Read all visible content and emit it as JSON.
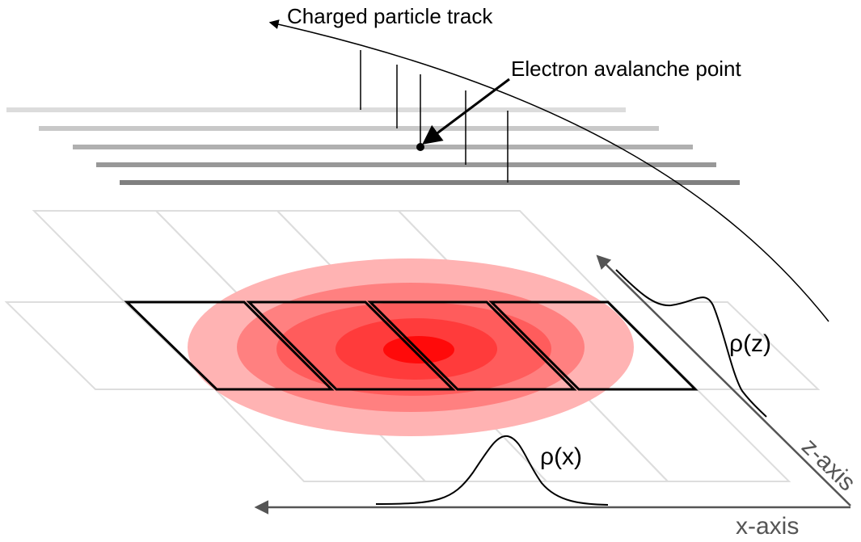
{
  "labels": {
    "track": "Charged particle track",
    "avalanche": "Electron avalanche point",
    "rho_z": "ρ(z)",
    "rho_x": "ρ(x)",
    "z_axis": "z-axis",
    "x_axis": "x-axis"
  },
  "colors": {
    "ink": "#000000",
    "axis": "#555555",
    "grid": "#dddddd",
    "cloud_outer": "#ffb3b3",
    "cloud_2": "#ff8080",
    "cloud_3": "#ff5c5c",
    "cloud_4": "#ff3b3b",
    "cloud_core": "#ff0a0a"
  },
  "wire_planes": {
    "count": 5,
    "shades": [
      "#dcdcdc",
      "#c8c8c8",
      "#b0b0b0",
      "#989898",
      "#808080"
    ]
  },
  "pads": {
    "highlighted_count": 4,
    "background_rows": 2,
    "background_columns": 4
  },
  "cloud": {
    "rings": 5
  }
}
